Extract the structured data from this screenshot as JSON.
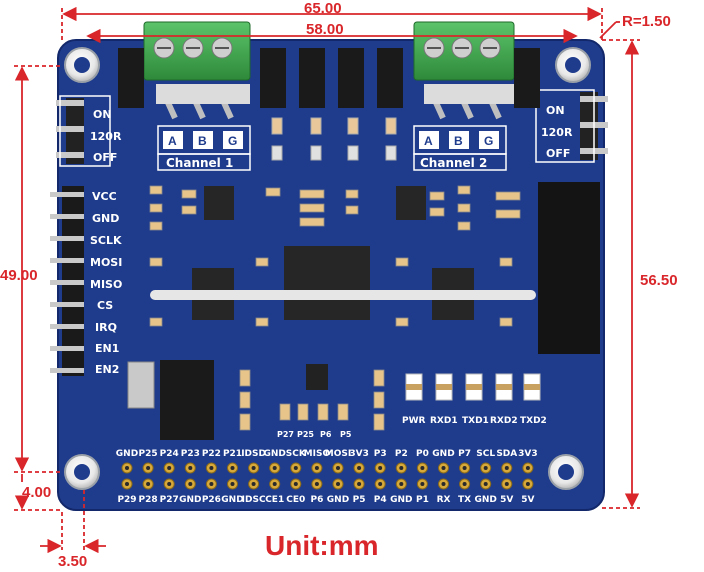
{
  "dimensions": {
    "width_total": "65.00",
    "width_holes": "58.00",
    "corner_radius": "R=1.50",
    "height_holes": "49.00",
    "height_total": "56.50",
    "edge_offset_y": "4.00",
    "edge_offset_x": "3.50"
  },
  "unit_label": "Unit:mm",
  "jumper_left": [
    "ON",
    "120R",
    "OFF"
  ],
  "jumper_right": [
    "ON",
    "120R",
    "OFF"
  ],
  "spi_pins": [
    "VCC",
    "GND",
    "SCLK",
    "MOSI",
    "MISO",
    "CS",
    "IRQ",
    "EN1",
    "EN2"
  ],
  "channel1": {
    "terminals": [
      "A",
      "B",
      "G"
    ],
    "label": "Channel 1"
  },
  "channel2": {
    "terminals": [
      "A",
      "B",
      "G"
    ],
    "label": "Channel 2"
  },
  "led_labels": [
    "PWR",
    "RXD1",
    "TXD1",
    "RXD2",
    "TXD2"
  ],
  "pad_labels": [
    "P27",
    "P25",
    "P6",
    "P5"
  ],
  "header_top": [
    "GND",
    "P25",
    "P24",
    "P23",
    "P22",
    "P21",
    "IDSD",
    "GND",
    "SCK",
    "MISO",
    "MOSI",
    "3V3",
    "P3",
    "P2",
    "P0",
    "GND",
    "P7",
    "SCL",
    "SDA",
    "3V3"
  ],
  "header_bottom": [
    "P29",
    "P28",
    "P27",
    "GND",
    "P26",
    "GND",
    "IDSC",
    "CE1",
    "CE0",
    "P6",
    "GND",
    "P5",
    "P4",
    "GND",
    "P1",
    "RX",
    "TX",
    "GND",
    "5V",
    "5V"
  ],
  "colors": {
    "board": "#1f3c8c",
    "dimension": "#d9262a",
    "terminal": "#3aa447",
    "chip": "#2b2b2b"
  }
}
